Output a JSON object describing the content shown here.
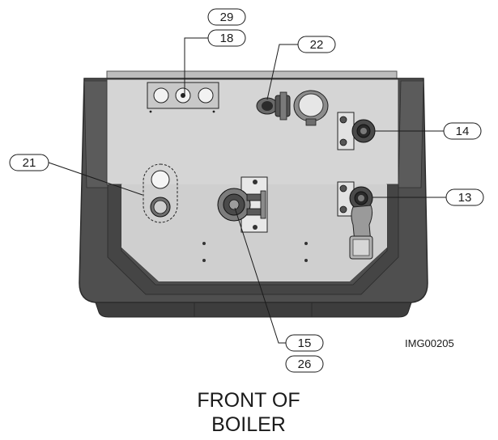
{
  "callouts": {
    "c29": "29",
    "c18": "18",
    "c22": "22",
    "c14": "14",
    "c21": "21",
    "c13": "13",
    "c15": "15",
    "c26": "26"
  },
  "image_id": "IMG00205",
  "caption": {
    "line1": "FRONT OF",
    "line2": "BOILER"
  },
  "colors": {
    "housing": "#4d4d4d",
    "housing_edge": "#2b2b2b",
    "panel": "#d5d5d5",
    "leader": "#1a1a1a"
  }
}
